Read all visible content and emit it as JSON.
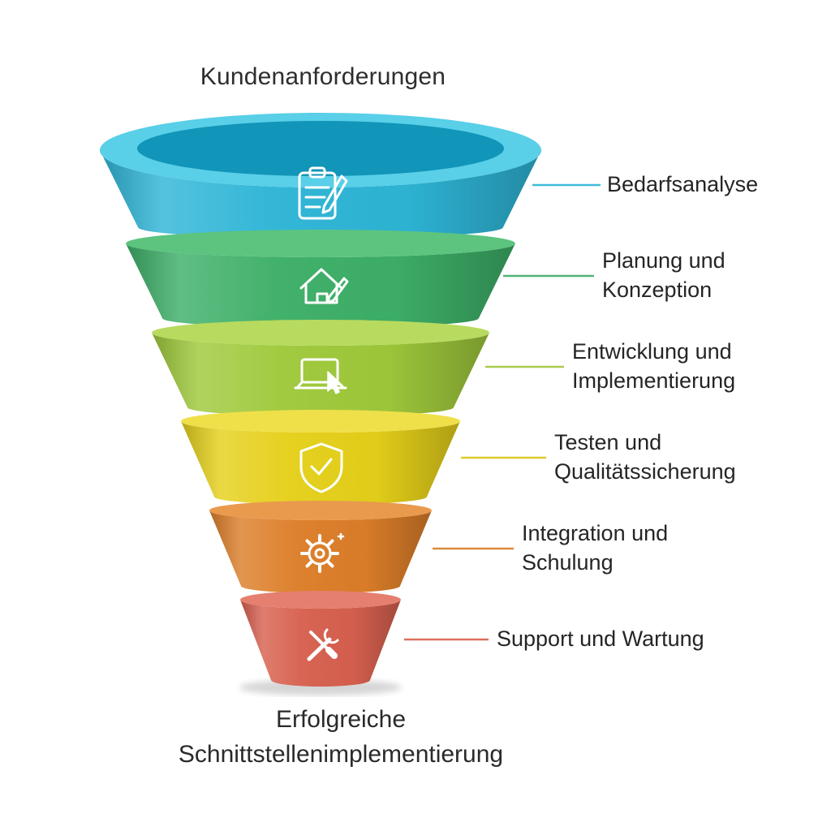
{
  "background": "#ffffff",
  "title": "Kundenanforderungen",
  "footer": "Erfolgreiche Schnittstellenimplementierung",
  "stages": [
    {
      "label": "Bedarfsanalyse",
      "icon": "clipboard-pencil-icon",
      "colors": {
        "body": "#2eb5d6",
        "rim": "#59cfe8",
        "inner": "#1195b8",
        "line": "#3fbcd9"
      }
    },
    {
      "label": "Planung und Konzeption",
      "icon": "house-pencil-icon",
      "colors": {
        "body": "#3daf68",
        "rim": "#5cc47f",
        "line": "#52b476"
      }
    },
    {
      "label": "Entwicklung und Implementierung",
      "icon": "laptop-click-icon",
      "colors": {
        "body": "#9fc93b",
        "rim": "#b8da5e",
        "line": "#a9cc4d"
      }
    },
    {
      "label": "Testen und Qualitätssicherung",
      "icon": "shield-check-icon",
      "colors": {
        "body": "#e5d01a",
        "rim": "#efe04a",
        "line": "#ddc92e"
      }
    },
    {
      "label": "Integration und Schulung",
      "icon": "gear-icon",
      "colors": {
        "body": "#dc7e29",
        "rim": "#e99a4d",
        "line": "#dd8a3d"
      }
    },
    {
      "label": "Support und Wartung",
      "icon": "tools-icon",
      "colors": {
        "body": "#d7604f",
        "rim": "#e57f6f",
        "line": "#d96f5c"
      }
    }
  ]
}
